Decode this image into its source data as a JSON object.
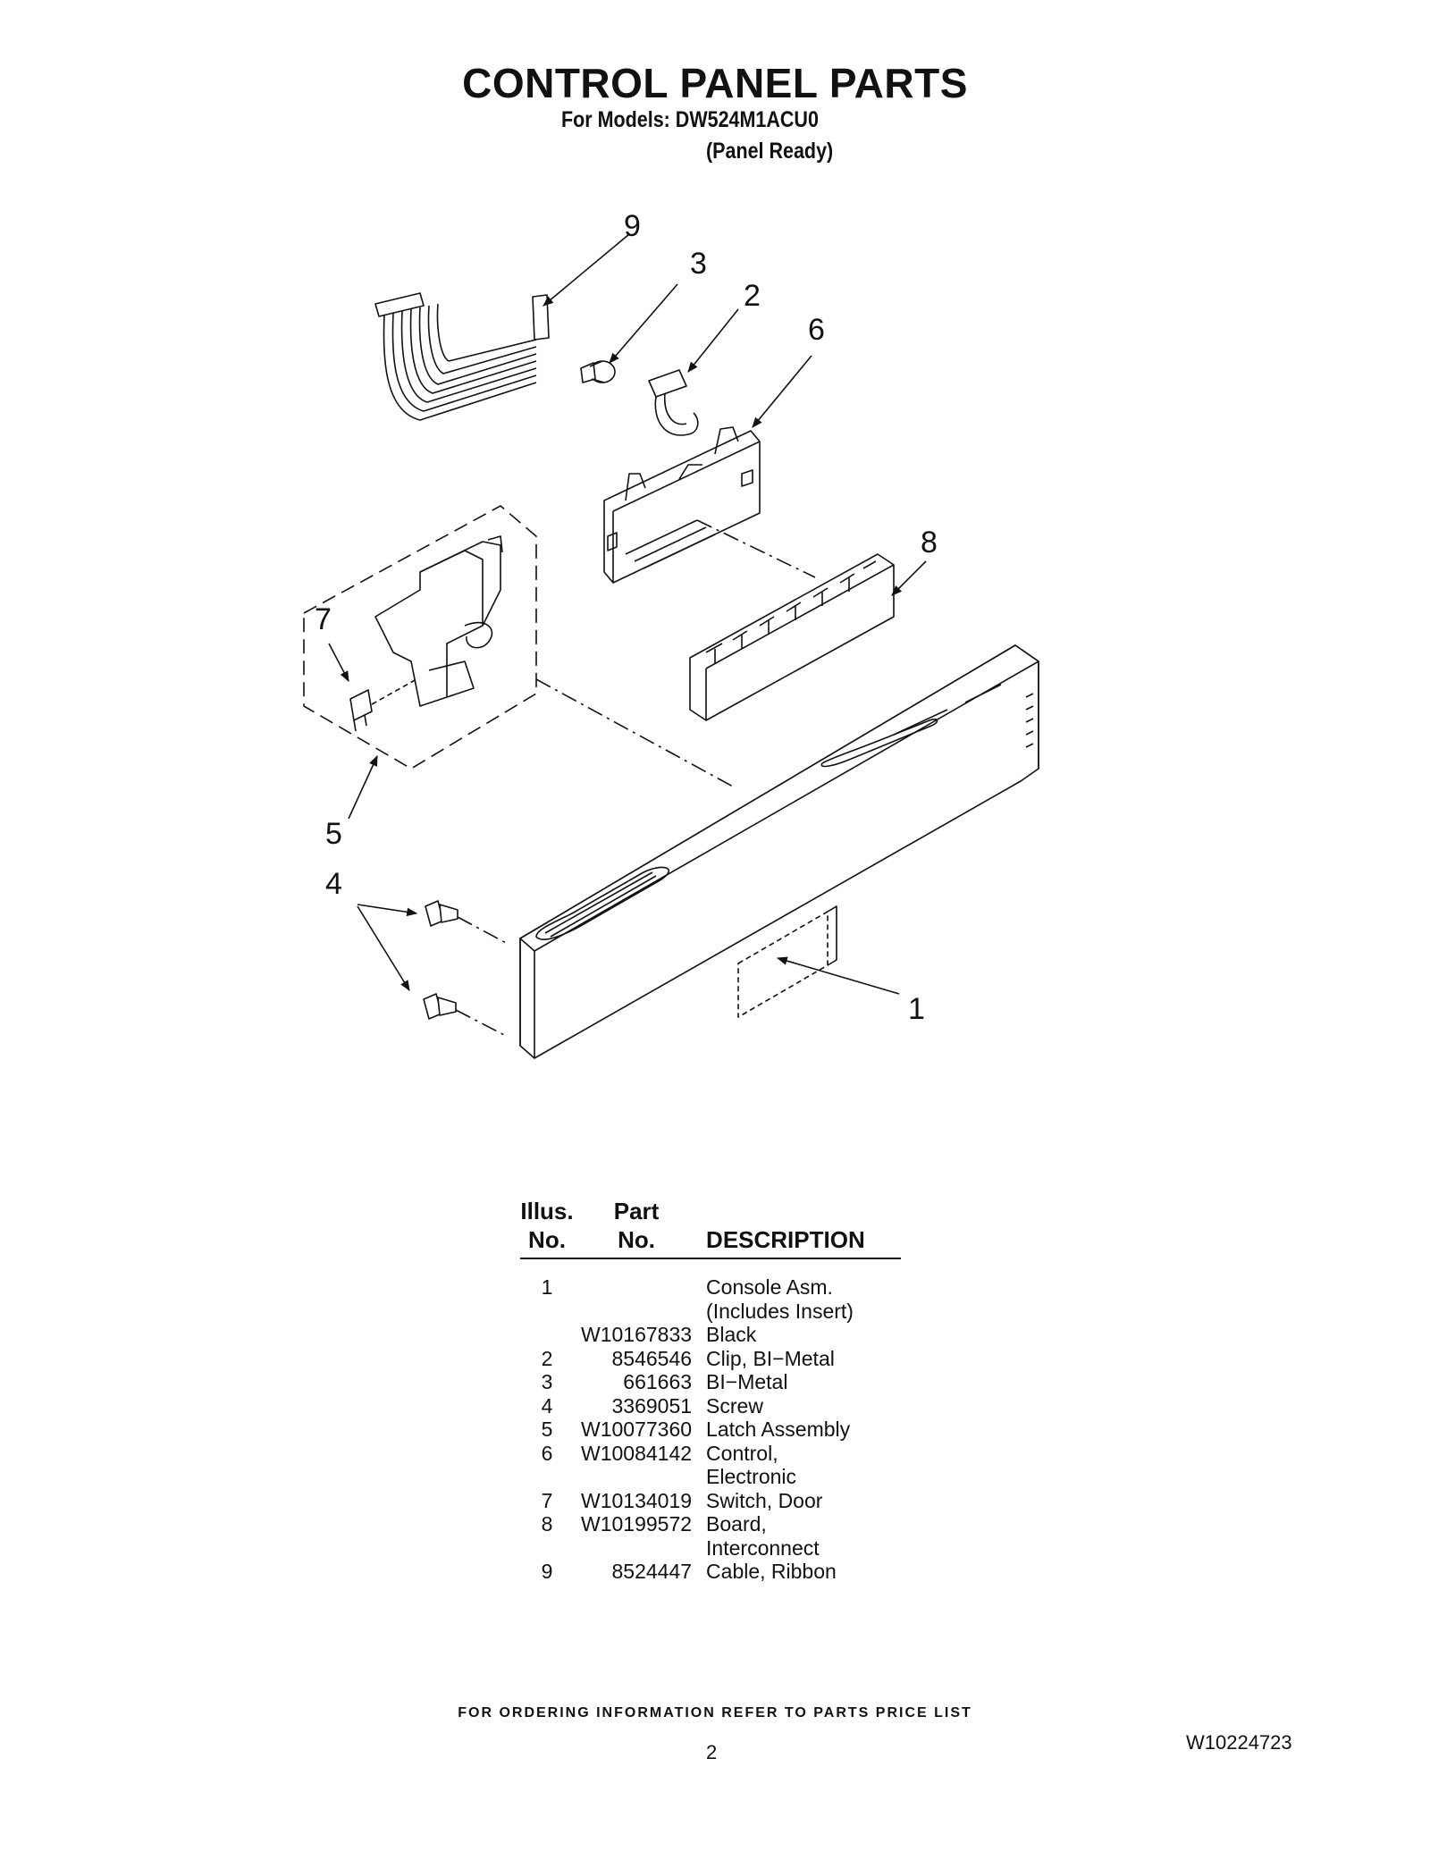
{
  "header": {
    "title": "CONTROL PANEL PARTS",
    "models": "For Models: DW524M1ACU0",
    "variant": "(Panel Ready)"
  },
  "callouts": [
    "9",
    "3",
    "2",
    "6",
    "8",
    "7",
    "5",
    "4",
    "1"
  ],
  "table": {
    "headers": {
      "illus_line1": "Illus.",
      "illus_line2": "No.",
      "part_line1": "Part",
      "part_line2": "No.",
      "description": "DESCRIPTION"
    },
    "rows": [
      {
        "illus": "1",
        "part": "",
        "desc": "Console Asm."
      },
      {
        "illus": "",
        "part": "",
        "desc": "(Includes Insert)"
      },
      {
        "illus": "",
        "part": "W10167833",
        "desc": "Black"
      },
      {
        "illus": "2",
        "part": "8546546",
        "desc": "Clip, BI−Metal"
      },
      {
        "illus": "3",
        "part": "661663",
        "desc": "BI−Metal"
      },
      {
        "illus": "4",
        "part": "3369051",
        "desc": "Screw"
      },
      {
        "illus": "5",
        "part": "W10077360",
        "desc": "Latch Assembly"
      },
      {
        "illus": "6",
        "part": "W10084142",
        "desc": "Control,"
      },
      {
        "illus": "",
        "part": "",
        "desc": "Electronic"
      },
      {
        "illus": "7",
        "part": "W10134019",
        "desc": "Switch, Door"
      },
      {
        "illus": "8",
        "part": "W10199572",
        "desc": "Board,"
      },
      {
        "illus": "",
        "part": "",
        "desc": "Interconnect"
      },
      {
        "illus": "9",
        "part": "8524447",
        "desc": "Cable, Ribbon"
      }
    ]
  },
  "footer": {
    "ordering_note": "FOR ORDERING INFORMATION REFER TO PARTS PRICE LIST",
    "page_number": "2",
    "document_number": "W10224723"
  }
}
